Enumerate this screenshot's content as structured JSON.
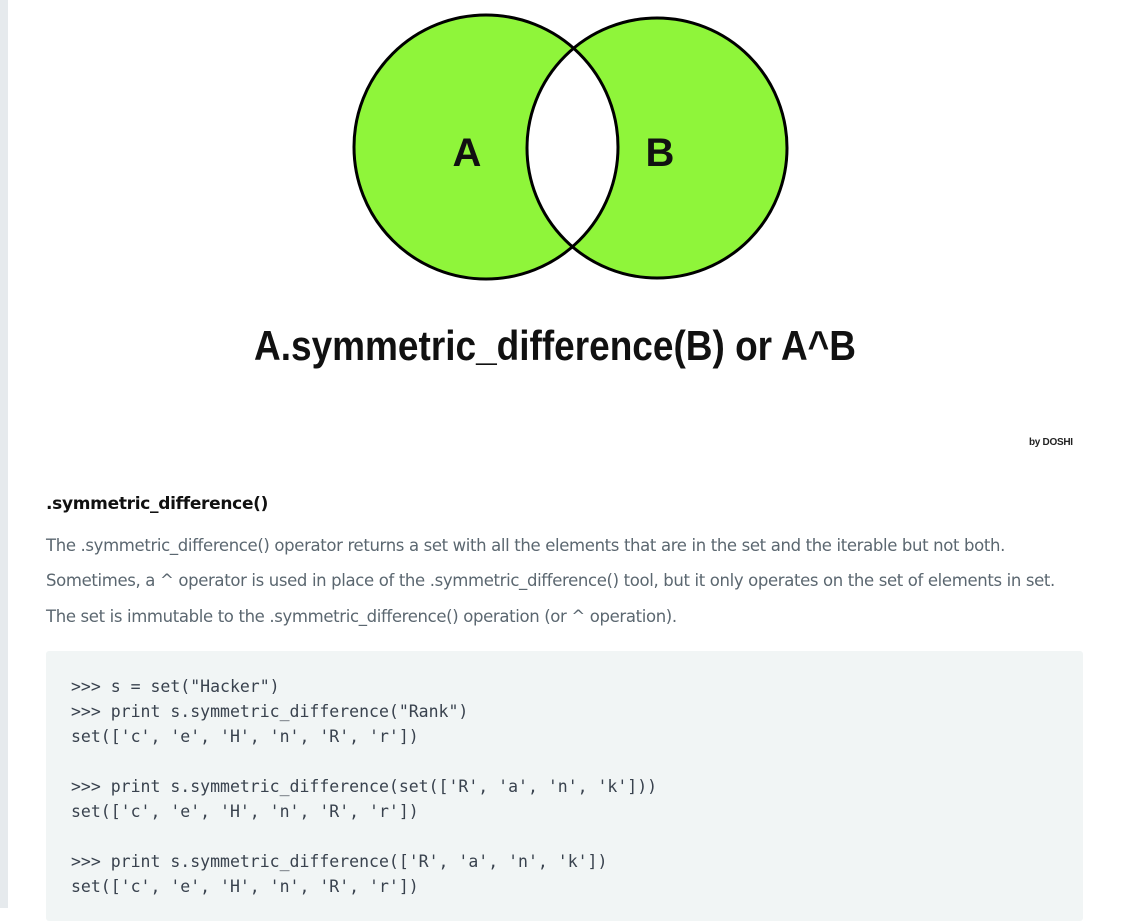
{
  "diagram": {
    "label_a": "A",
    "label_b": "B",
    "caption": "A.symmetric_difference(B) or A^B",
    "credit": "by DOSHI",
    "fill_color": "#8ff53a",
    "stroke_color": "#000000"
  },
  "section": {
    "title": ".symmetric_difference()",
    "paragraphs": [
      "The .symmetric_difference() operator returns a set with all the elements that are in the set and the iterable but not both.",
      "Sometimes, a ^ operator is used in place of the .symmetric_difference() tool, but it only operates on the set of elements in set.",
      "The set is immutable to the .symmetric_difference() operation (or ^ operation)."
    ]
  },
  "code": {
    "lines": [
      ">>> s = set(\"Hacker\")",
      ">>> print s.symmetric_difference(\"Rank\")",
      "set(['c', 'e', 'H', 'n', 'R', 'r'])",
      "",
      ">>> print s.symmetric_difference(set(['R', 'a', 'n', 'k']))",
      "set(['c', 'e', 'H', 'n', 'R', 'r'])",
      "",
      ">>> print s.symmetric_difference(['R', 'a', 'n', 'k'])",
      "set(['c', 'e', 'H', 'n', 'R', 'r'])"
    ]
  }
}
